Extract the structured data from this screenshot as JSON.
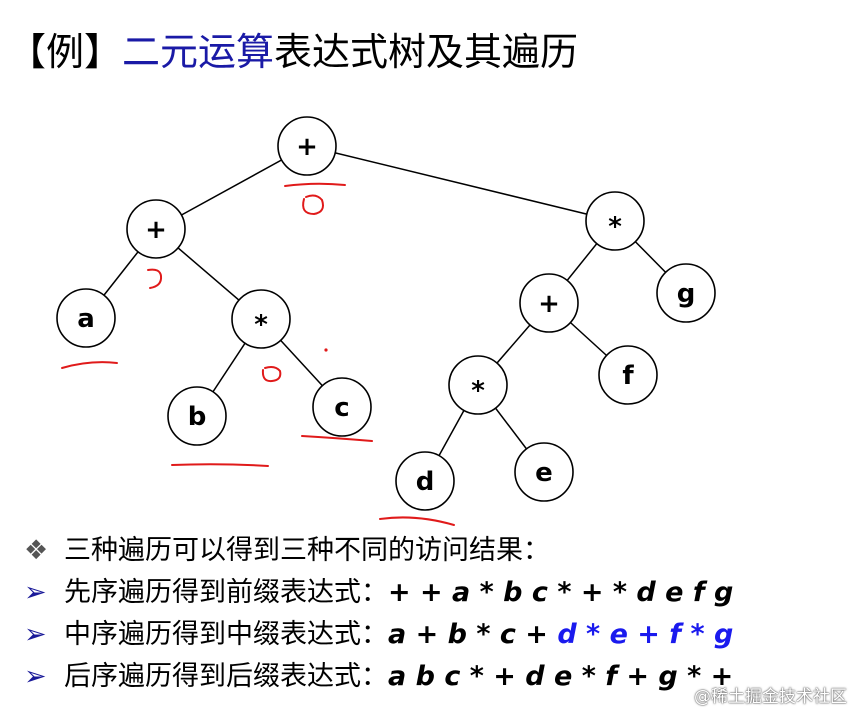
{
  "title": {
    "bracket": "【例】",
    "blue_part": "二元运算",
    "black_part": "表达式树及其遍历"
  },
  "tree": {
    "nodes": [
      {
        "id": "n1",
        "label": "+"
      },
      {
        "id": "n2",
        "label": "+"
      },
      {
        "id": "n3",
        "label": "*"
      },
      {
        "id": "n4",
        "label": "a"
      },
      {
        "id": "n5",
        "label": "*"
      },
      {
        "id": "n6",
        "label": "+"
      },
      {
        "id": "n7",
        "label": "g"
      },
      {
        "id": "n8",
        "label": "b"
      },
      {
        "id": "n9",
        "label": "c"
      },
      {
        "id": "n10",
        "label": "f"
      },
      {
        "id": "n11",
        "label": "*"
      },
      {
        "id": "n12",
        "label": "d"
      },
      {
        "id": "n13",
        "label": "e"
      }
    ],
    "edges": [
      [
        "n1",
        "n2"
      ],
      [
        "n1",
        "n3"
      ],
      [
        "n2",
        "n4"
      ],
      [
        "n2",
        "n5"
      ],
      [
        "n5",
        "n8"
      ],
      [
        "n5",
        "n9"
      ],
      [
        "n3",
        "n6"
      ],
      [
        "n3",
        "n7"
      ],
      [
        "n6",
        "n11"
      ],
      [
        "n6",
        "n10"
      ],
      [
        "n11",
        "n12"
      ],
      [
        "n11",
        "n13"
      ]
    ]
  },
  "notes": {
    "intro_bullet": "❖",
    "intro": "三种遍历可以得到三种不同的访问结果：",
    "arrow": "➢",
    "prefix_label": "先序遍历得到前缀表达式：",
    "prefix_expr": "+ + a * b c * + * d e f g",
    "infix_label": "中序遍历得到中缀表达式：",
    "infix_expr_black": "a + b * c + ",
    "infix_expr_blue": "d * e + f * g",
    "postfix_label": "后序遍历得到后缀表达式：",
    "postfix_expr": "a b c * + d e * f + g * +"
  },
  "watermark": "@稀土掘金技术社区",
  "colors": {
    "title_blue": "#1a1aa6",
    "highlight_blue": "#1a1aee",
    "annotation_red": "#e01a1a"
  }
}
